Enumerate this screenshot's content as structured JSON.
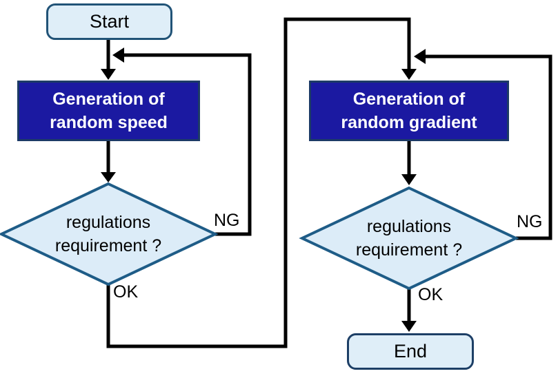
{
  "diagram": {
    "nodes": {
      "start": {
        "label": "Start"
      },
      "generation_speed": {
        "line1": "Generation of",
        "line2": "random speed"
      },
      "decision_speed": {
        "line1": "regulations",
        "line2": "requirement ?"
      },
      "generation_gradient": {
        "line1": "Generation of",
        "line2": "random gradient"
      },
      "decision_gradient": {
        "line1": "regulations",
        "line2": "requirement ?"
      },
      "end": {
        "label": "End"
      }
    },
    "edges": {
      "speed_ng": {
        "label": "NG"
      },
      "speed_ok": {
        "label": "OK"
      },
      "gradient_ng": {
        "label": "NG"
      },
      "gradient_ok": {
        "label": "OK"
      }
    },
    "colors": {
      "process_fill": "#1b19a1",
      "process_border": "#1c3a66",
      "process_text": "#ffffff",
      "terminal_fill": "#dfeef8",
      "terminal_border": "#215377",
      "decision_fill": "#dcecf8",
      "decision_border": "#1e5c87",
      "connector": "#000000",
      "label_text": "#000000"
    }
  }
}
